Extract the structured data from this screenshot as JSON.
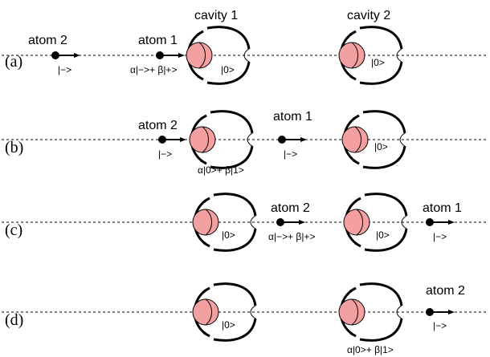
{
  "cavity_titles": {
    "cavity1": "cavity 1",
    "cavity2": "cavity 2"
  },
  "rows": [
    {
      "label": "(a)",
      "atoms": [
        {
          "name": "atom 2",
          "state": "|−>"
        },
        {
          "name": "atom 1",
          "state": "α|−>+ β|+>"
        }
      ],
      "cavities": [
        {
          "state": "|0>"
        },
        {
          "state": "|0>"
        }
      ]
    },
    {
      "label": "(b)",
      "atoms": [
        {
          "name": "atom 2",
          "state": "|−>"
        },
        {
          "name": "atom 1",
          "state": "|−>"
        }
      ],
      "cavities": [
        {
          "state": "α|0>+ β|1>"
        },
        {
          "state": "|0>"
        }
      ]
    },
    {
      "label": "(c)",
      "atoms": [
        {
          "name": "atom 2",
          "state": "α|−>+ β|+>"
        },
        {
          "name": "atom 1",
          "state": "|−>"
        }
      ],
      "cavities": [
        {
          "state": "|0>"
        },
        {
          "state": "|0>"
        }
      ]
    },
    {
      "label": "(d)",
      "atoms": [
        {
          "name": "atom 2",
          "state": "|−>"
        }
      ],
      "cavities": [
        {
          "state": "|0>"
        },
        {
          "state": "α|0>+ β|1>"
        }
      ]
    }
  ],
  "colors": {
    "cavity_mode": "#f4a0a0",
    "ink": "#000000"
  }
}
